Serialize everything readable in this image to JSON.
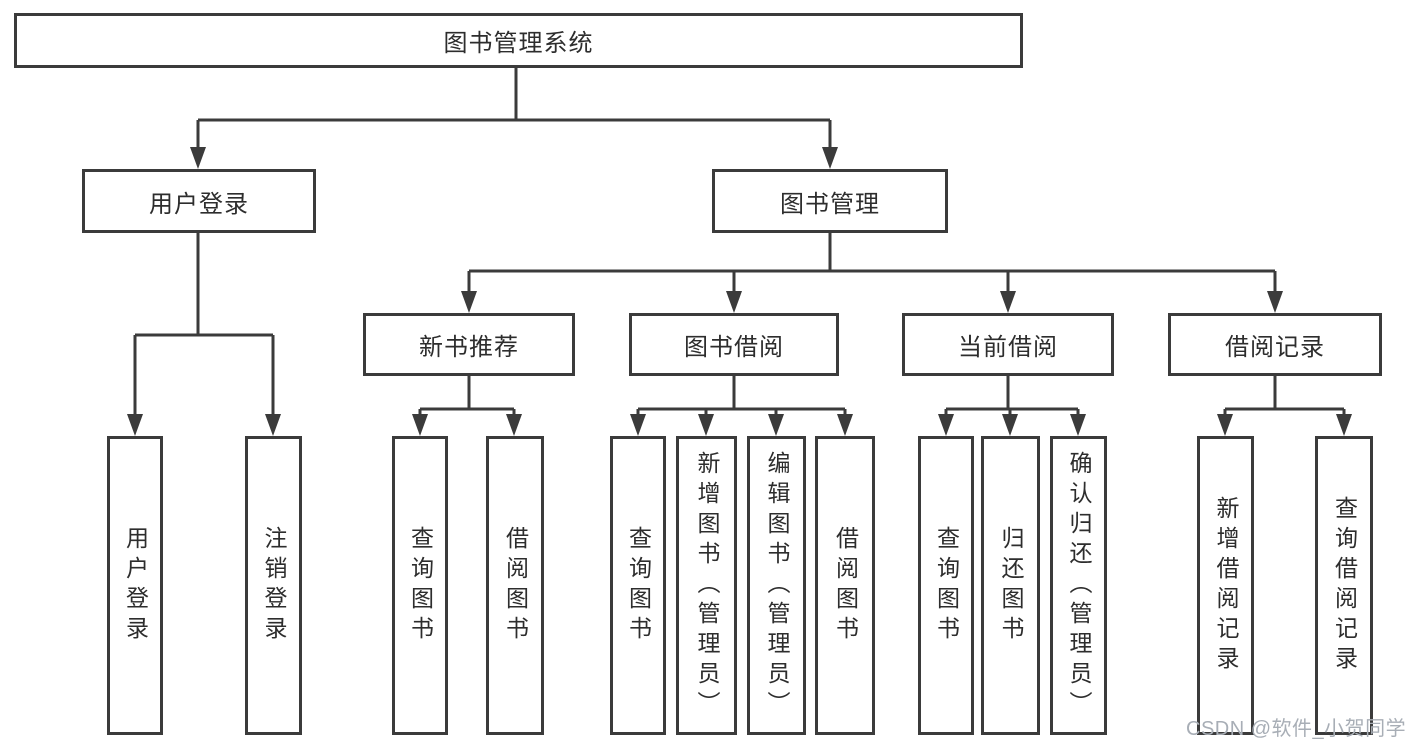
{
  "colors": {
    "line": "#3b3b3b",
    "box_border": "#3b3b3b",
    "text": "#2d2d2d",
    "watermark": "#a8aeb6",
    "background": "#ffffff"
  },
  "root": {
    "label": "图书管理系统"
  },
  "level2": [
    {
      "label": "用户登录"
    },
    {
      "label": "图书管理"
    }
  ],
  "level3": [
    {
      "label": "新书推荐"
    },
    {
      "label": "图书借阅"
    },
    {
      "label": "当前借阅"
    },
    {
      "label": "借阅记录"
    }
  ],
  "leaves": {
    "user_login": [
      {
        "label": "用户登录"
      },
      {
        "label": "注销登录"
      }
    ],
    "new_book_recommend": [
      {
        "label": "查询图书"
      },
      {
        "label": "借阅图书"
      }
    ],
    "book_borrow": [
      {
        "label": "查询图书"
      },
      {
        "label": "新增图书（管理员）"
      },
      {
        "label": "编辑图书（管理员）"
      },
      {
        "label": "借阅图书"
      }
    ],
    "current_borrow": [
      {
        "label": "查询图书"
      },
      {
        "label": "归还图书"
      },
      {
        "label": "确认归还（管理员）"
      }
    ],
    "borrow_records": [
      {
        "label": "新增借阅记录"
      },
      {
        "label": "查询借阅记录"
      }
    ]
  },
  "watermark": "CSDN @软件_小贺同学"
}
